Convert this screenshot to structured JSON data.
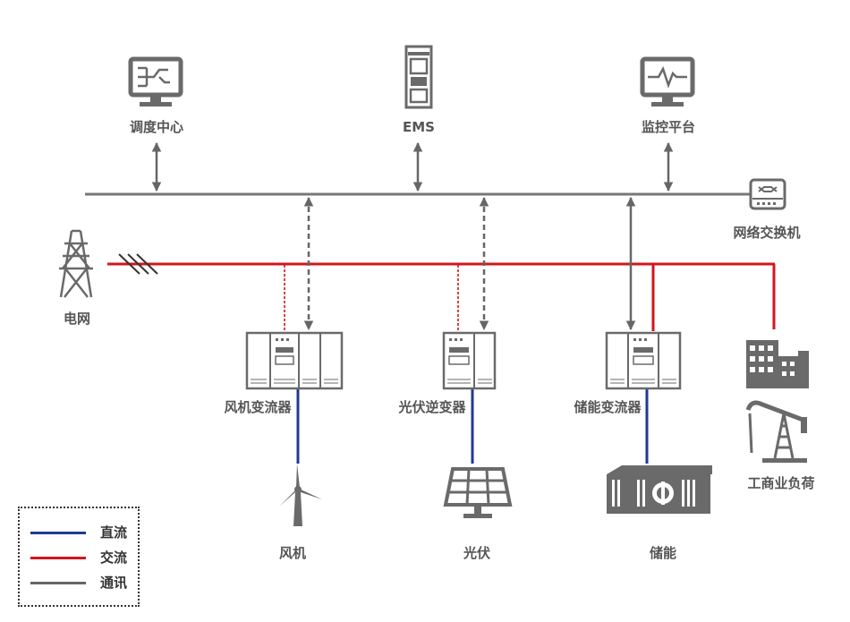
{
  "colors": {
    "dc": "#1f3a93",
    "ac": "#d0161c",
    "comm": "#666666",
    "icon": "#6a6a6a"
  },
  "labels": {
    "dispatch_center": "调度中心",
    "ems": "EMS",
    "monitoring_platform": "监控平台",
    "network_switch": "网络交换机",
    "grid": "电网",
    "wind_converter": "风机变流器",
    "pv_inverter": "光伏逆变器",
    "storage_converter": "储能变流器",
    "wind_turbine": "风机",
    "pv": "光伏",
    "storage": "储能",
    "industrial_load": "工商业负荷"
  },
  "legend": {
    "items": [
      {
        "label": "直流",
        "color": "#1f3a93"
      },
      {
        "label": "交流",
        "color": "#d0161c"
      },
      {
        "label": "通讯",
        "color": "#666666"
      }
    ]
  },
  "icons": {
    "dispatch_center": "monitor-network-icon",
    "ems": "cabinet-icon",
    "monitoring_platform": "monitor-waveform-icon",
    "network_switch": "network-switch-icon",
    "grid": "transmission-tower-icon",
    "converters": "power-converter-cabinet-icon",
    "wind_turbine": "wind-turbine-icon",
    "pv": "solar-panel-icon",
    "storage": "battery-container-icon",
    "industrial_load": "factory-oil-pump-icon"
  }
}
